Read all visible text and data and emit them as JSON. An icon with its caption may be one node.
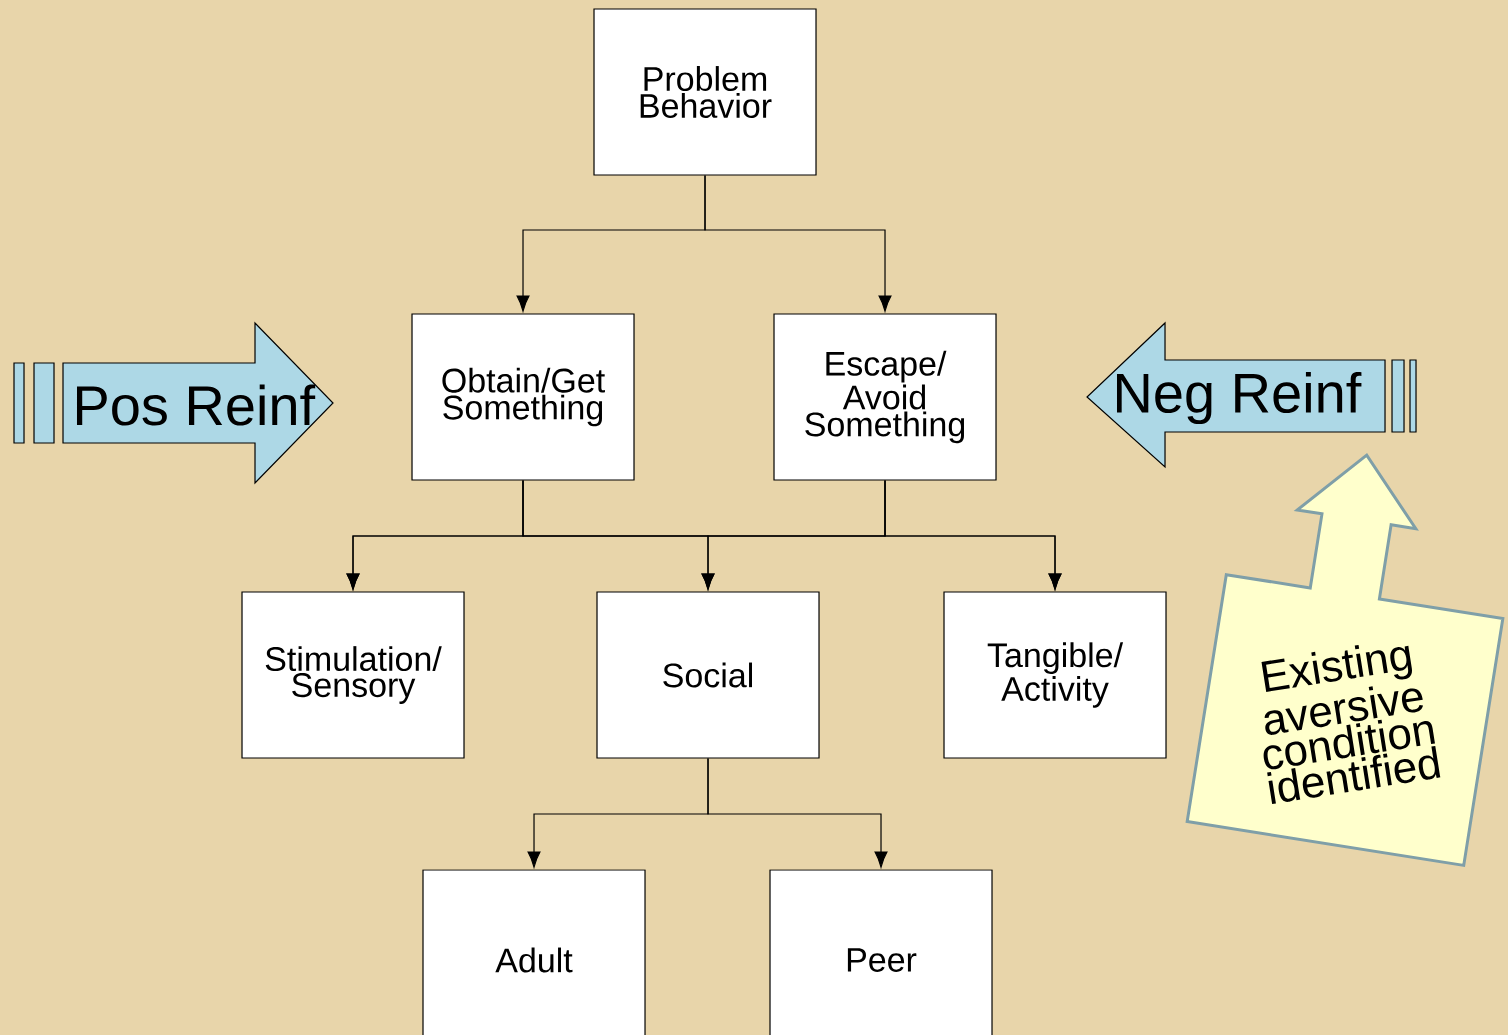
{
  "diagram": {
    "nodes": [
      {
        "text": [
          "Problem Behavior"
        ]
      },
      {
        "text": [
          "Obtain/Get Something"
        ]
      },
      {
        "text": [
          "Escape/ Avoid Something"
        ]
      },
      {
        "text": [
          "Stimulation/ Sensory"
        ]
      },
      {
        "text": [
          "Social"
        ]
      },
      {
        "text": [
          "Tangible/ Activity"
        ]
      },
      {
        "text": [
          "Adult"
        ]
      },
      {
        "text": [
          "Peer"
        ]
      },
      {
        "text": [
          "Pos Reinf"
        ]
      },
      {
        "text": [
          "Neg Reinf"
        ]
      },
      {
        "text": [
          "Existing aversive condition identified"
        ]
      }
    ],
    "edges": [
      {
        "from": 0,
        "to": 1,
        "arrow": "to"
      },
      {
        "from": 0,
        "to": 2,
        "arrow": "to"
      },
      {
        "from": 1,
        "to": 3,
        "arrow": "to"
      },
      {
        "from": 1,
        "to": 4,
        "arrow": "to"
      },
      {
        "from": 1,
        "to": 5,
        "arrow": "to"
      },
      {
        "from": 2,
        "to": 3,
        "arrow": "to"
      },
      {
        "from": 2,
        "to": 4,
        "arrow": "to"
      },
      {
        "from": 2,
        "to": 5,
        "arrow": "to"
      },
      {
        "from": 4,
        "to": 6,
        "arrow": "to"
      },
      {
        "from": 4,
        "to": 7,
        "arrow": "to"
      }
    ]
  }
}
